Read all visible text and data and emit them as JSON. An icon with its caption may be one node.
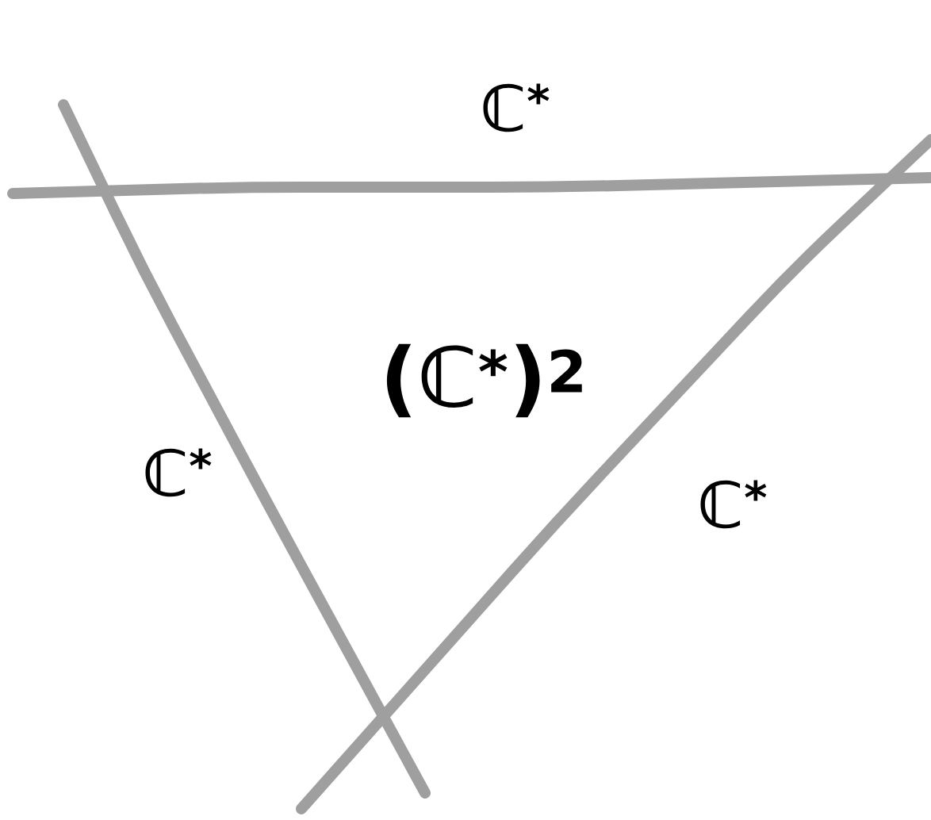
{
  "diagram": {
    "labels": [
      "ℂ$^{*}$",
      "(ℂ$^{*}$)$^{2}$",
      "ℂ$^{*}$",
      "ℂ$^{*}$"
    ]
  }
}
